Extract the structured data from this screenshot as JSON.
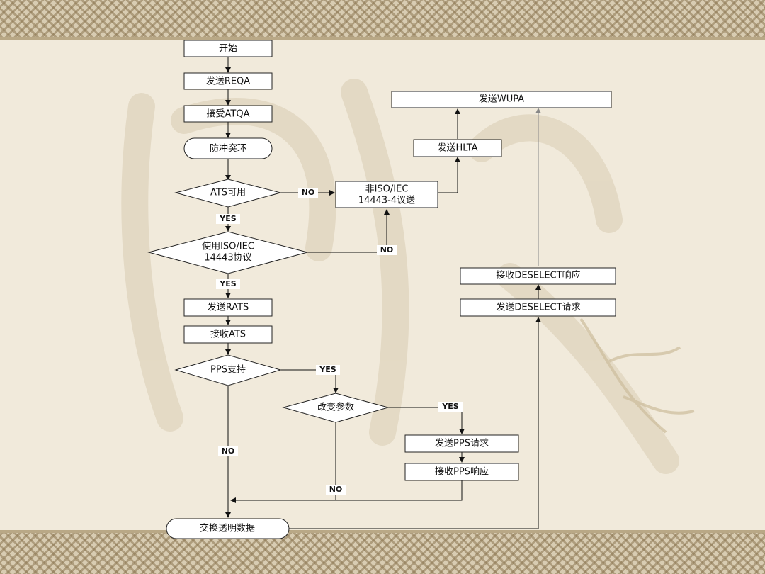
{
  "nodes": {
    "start": "开始",
    "send_reqa": "发送REQA",
    "recv_atqa": "接受ATQA",
    "anticollision": "防冲突环",
    "ats_available": "ATS可用",
    "use_iso_line1": "使用ISO/IEC",
    "use_iso_line2": "14443协议",
    "non_iso_line1": "非ISO/IEC",
    "non_iso_line2": "14443-4议送",
    "send_hlta": "发送HLTA",
    "send_wupa": "发送WUPA",
    "recv_deselect": "接收DESELECT响应",
    "send_deselect": "发送DESELECT请求",
    "send_rats": "发送RATS",
    "recv_ats": "接收ATS",
    "pps_support": "PPS支持",
    "change_params": "改变参数",
    "send_pps": "发送PPS请求",
    "recv_pps": "接收PPS响应",
    "exchange_data": "交换透明数据"
  },
  "edge_labels": {
    "no_ats": "NO",
    "yes_ats": "YES",
    "no_iso": "NO",
    "yes_iso": "YES",
    "yes_pps": "YES",
    "yes_change": "YES",
    "no_pps": "NO",
    "no_change": "NO"
  }
}
